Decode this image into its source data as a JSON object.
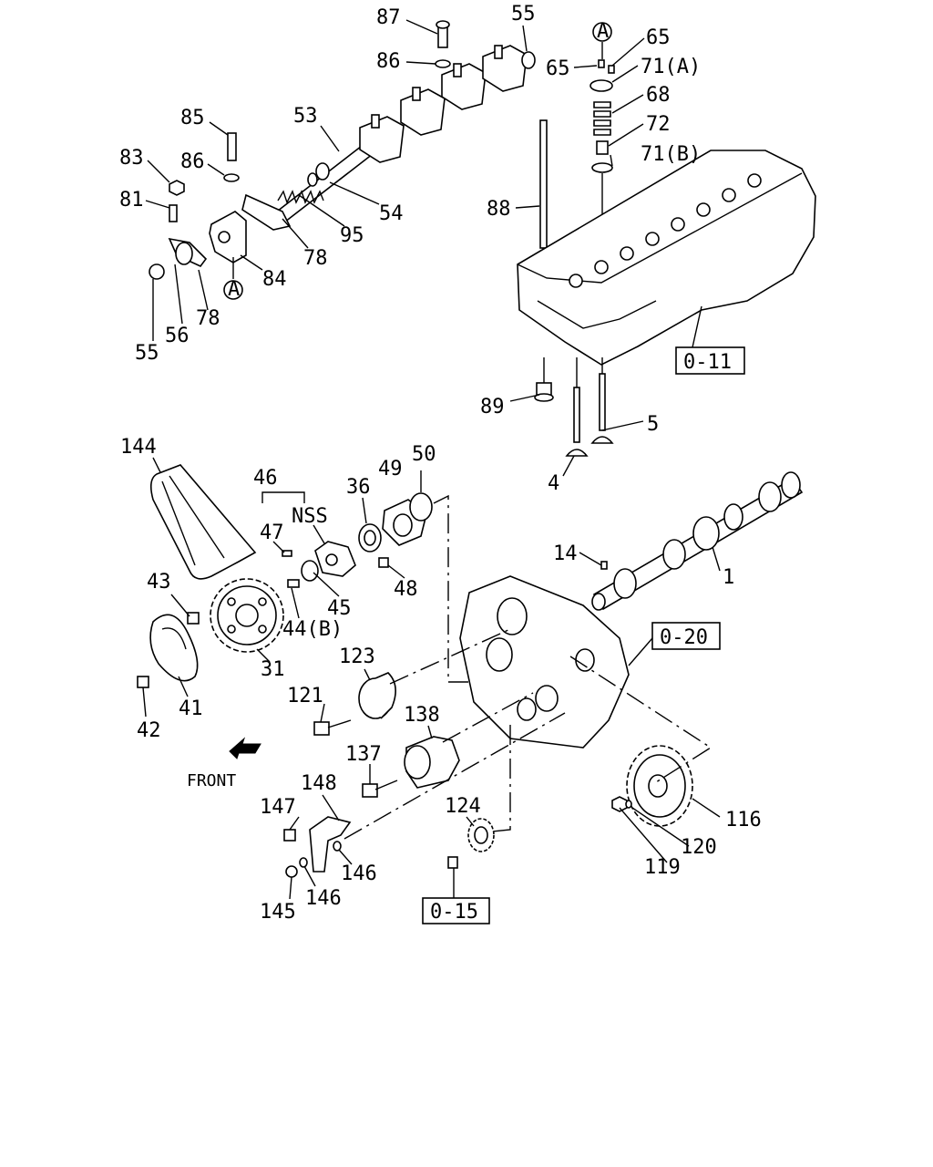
{
  "callouts": {
    "c87": "87",
    "c55a": "55",
    "cA1": "A",
    "c65a": "65",
    "c65b": "65",
    "c71a": "71(A)",
    "c86a": "86",
    "c68": "68",
    "c85": "85",
    "c53": "53",
    "c72": "72",
    "c83": "83",
    "c86b": "86",
    "c71b": "71(B)",
    "c81": "81",
    "c54": "54",
    "c88": "88",
    "c95": "95",
    "c78a": "78",
    "c84": "84",
    "cA2": "A",
    "c78b": "78",
    "c56": "56",
    "c55b": "55",
    "c89": "89",
    "c5": "5",
    "c4": "4",
    "c144": "144",
    "c46": "46",
    "c49": "49",
    "c50": "50",
    "c36": "36",
    "cNSS": "NSS",
    "c47": "47",
    "c14": "14",
    "c1": "1",
    "c48": "48",
    "c43": "43",
    "c45": "45",
    "c44b": "44(B)",
    "c31": "31",
    "c123": "123",
    "c41": "41",
    "c121": "121",
    "c42": "42",
    "c138": "138",
    "c137": "137",
    "c148": "148",
    "c147": "147",
    "c124": "124",
    "c116": "116",
    "c146a": "146",
    "c146b": "146",
    "c120": "120",
    "c119": "119",
    "c145": "145"
  },
  "references": {
    "r011": "0-11",
    "r020": "0-20",
    "r015": "0-15"
  },
  "direction": {
    "front": "FRONT"
  },
  "icons": [
    "arrow-front-icon",
    "circle-a-icon"
  ]
}
